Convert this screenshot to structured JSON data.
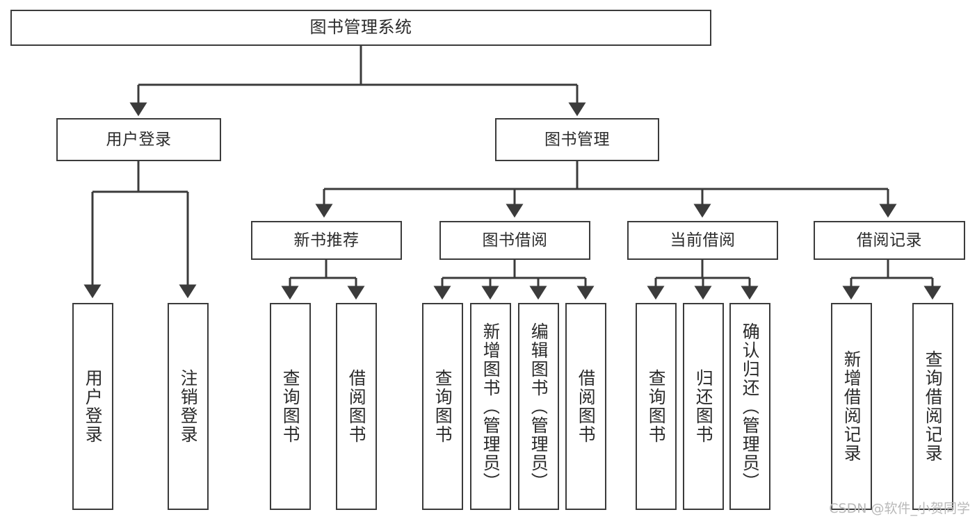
{
  "diagram": {
    "type": "tree",
    "title": "图书管理系统",
    "orientation": "top-down",
    "colors": {
      "background": "#ffffff",
      "node_border": "#3b3b3b",
      "node_fill": "#ffffff",
      "edge": "#3b3b3b",
      "text": "#2b2b2b",
      "watermark": "#b9b9b9"
    },
    "root": {
      "label": "图书管理系统"
    },
    "level1": [
      {
        "label": "用户登录"
      },
      {
        "label": "图书管理"
      }
    ],
    "level2": [
      {
        "label": "新书推荐"
      },
      {
        "label": "图书借阅"
      },
      {
        "label": "当前借阅"
      },
      {
        "label": "借阅记录"
      }
    ],
    "leaves": {
      "user_login": [
        {
          "label": "用户登录"
        },
        {
          "label": "注销登录"
        }
      ],
      "new_book_recommend": [
        {
          "label": "查询图书"
        },
        {
          "label": "借阅图书"
        }
      ],
      "book_borrow": [
        {
          "label": "查询图书"
        },
        {
          "label": "新增图书（管理员）"
        },
        {
          "label": "编辑图书（管理员）"
        },
        {
          "label": "借阅图书"
        }
      ],
      "current_borrow": [
        {
          "label": "查询图书"
        },
        {
          "label": "归还图书"
        },
        {
          "label": "确认归还（管理员）"
        }
      ],
      "borrow_record": [
        {
          "label": "新增借阅记录"
        },
        {
          "label": "查询借阅记录"
        }
      ]
    }
  },
  "watermark": {
    "text": "CSDN @软件_小贺同学"
  }
}
